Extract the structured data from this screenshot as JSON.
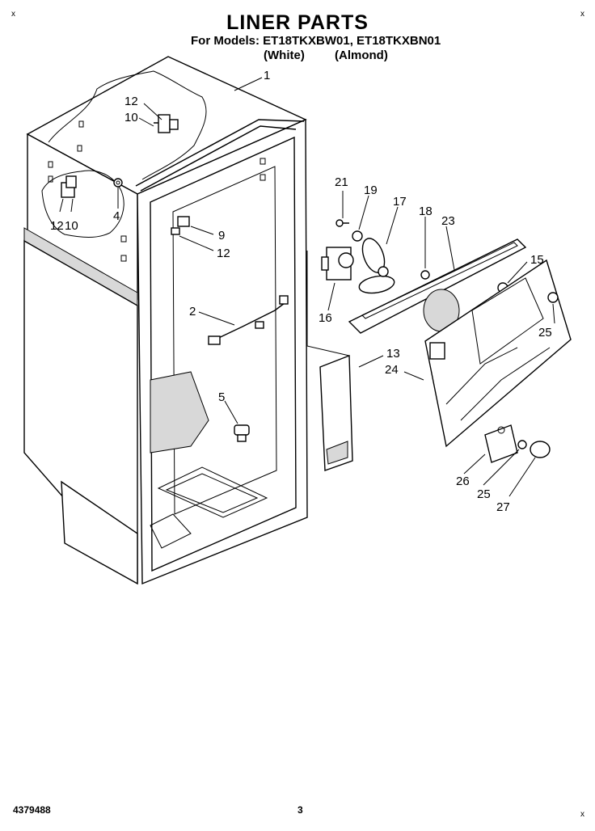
{
  "header": {
    "title": "LINER PARTS",
    "models_line": "For Models: ET18TKXBW01, ET18TKXBN01",
    "variant_white": "(White)",
    "variant_almond": "(Almond)"
  },
  "footer": {
    "part_number": "4379488",
    "page_number": "3"
  },
  "corner_marks": [
    "x",
    "x",
    "x"
  ],
  "callouts": {
    "c1": "1",
    "c2": "2",
    "c4": "4",
    "c5": "5",
    "c9": "9",
    "c10a": "10",
    "c10b": "10",
    "c12a": "12",
    "c12b": "12",
    "c12c": "12",
    "c13": "13",
    "c15": "15",
    "c16": "16",
    "c17": "17",
    "c18": "18",
    "c19": "19",
    "c21": "21",
    "c23": "23",
    "c24": "24",
    "c25a": "25",
    "c25b": "25",
    "c26": "26",
    "c27": "27"
  }
}
